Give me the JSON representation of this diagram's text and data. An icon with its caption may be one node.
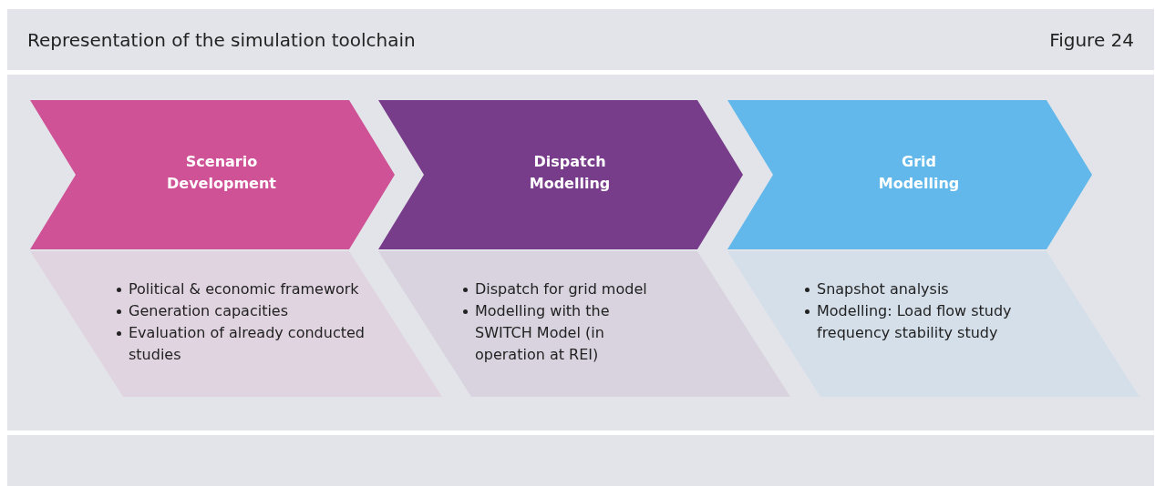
{
  "diagram": {
    "title": "Representation of the simulation toolchain",
    "nodes": [
      {
        "text": [
          "Scenario Development"
        ]
      },
      {
        "text": [
          "Dispatch Modelling"
        ]
      },
      {
        "text": [
          "Grid Modelling"
        ]
      },
      {
        "text": [
          "Political & economic framework",
          "Generation capacities",
          "Evaluation of already conducted studies"
        ]
      },
      {
        "text": [
          "Dispatch for grid model",
          "Modelling with the SWITCH Model (in operation at REI)"
        ]
      },
      {
        "text": [
          "Snapshot analysis",
          "Modelling: Load flow study frequency stability study"
        ]
      }
    ],
    "labels": [
      "Figure 24"
    ]
  }
}
